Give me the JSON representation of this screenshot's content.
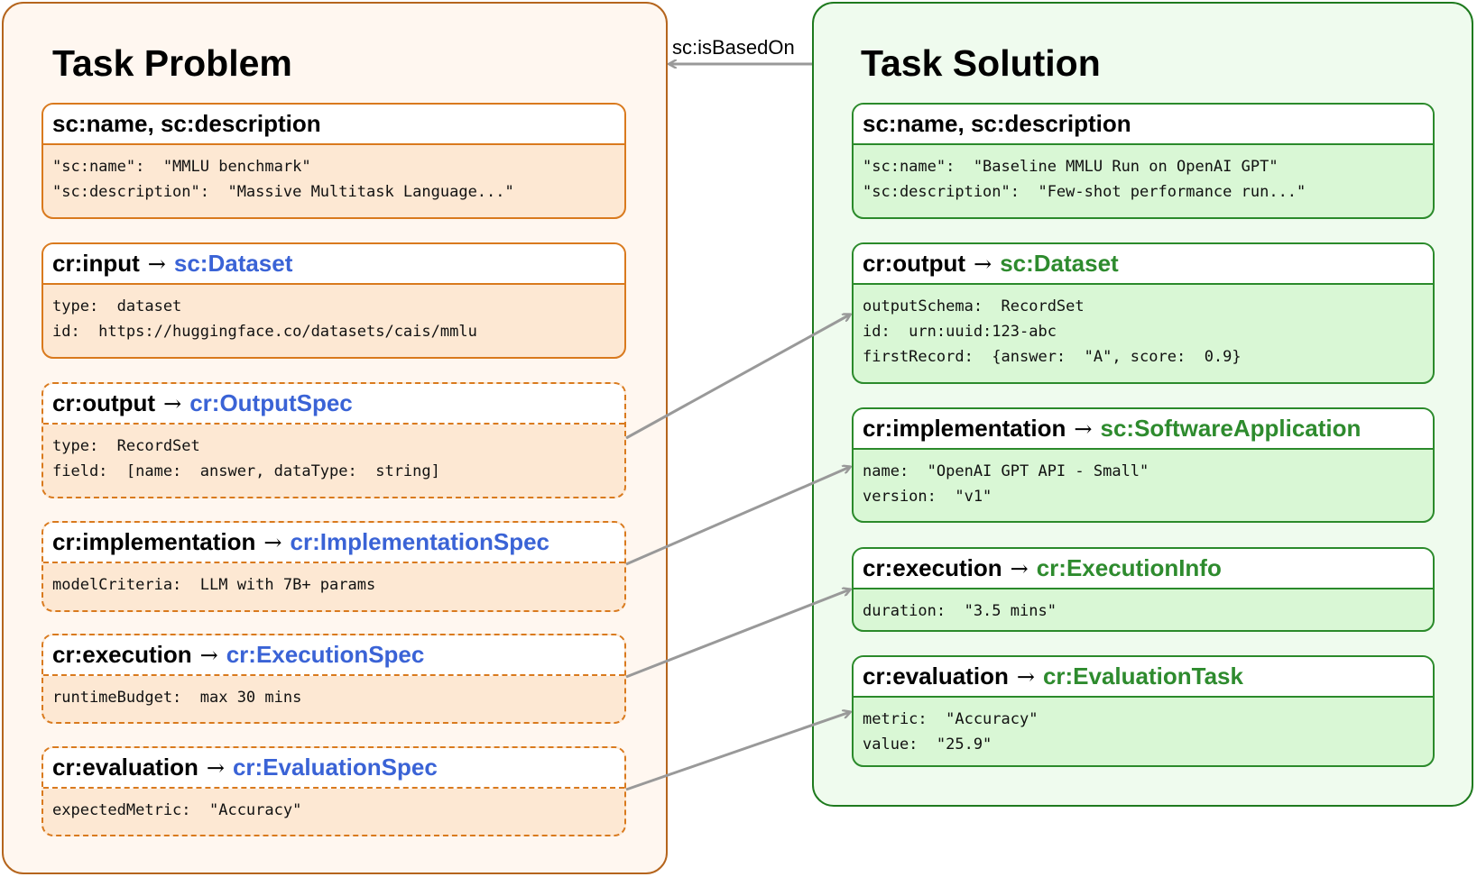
{
  "problem": {
    "title": "Task Problem",
    "cards": [
      {
        "prop": "sc:name, sc:description",
        "type": "",
        "lines": [
          "\"sc:name\":  \"MMLU benchmark\"",
          "\"sc:description\":  \"Massive Multitask Language...\""
        ]
      },
      {
        "prop": "cr:input",
        "type": "sc:Dataset",
        "lines": [
          "type:  dataset",
          "id:  https://huggingface.co/datasets/cais/mmlu"
        ]
      },
      {
        "prop": "cr:output",
        "type": "cr:OutputSpec",
        "lines": [
          "type:  RecordSet",
          "field:  [name:  answer, dataType:  string]"
        ]
      },
      {
        "prop": "cr:implementation",
        "type": "cr:ImplementationSpec",
        "lines": [
          "modelCriteria:  LLM with 7B+ params"
        ]
      },
      {
        "prop": "cr:execution",
        "type": "cr:ExecutionSpec",
        "lines": [
          "runtimeBudget:  max 30 mins"
        ]
      },
      {
        "prop": "cr:evaluation",
        "type": "cr:EvaluationSpec",
        "lines": [
          "expectedMetric:  \"Accuracy\""
        ]
      }
    ]
  },
  "solution": {
    "title": "Task Solution",
    "cards": [
      {
        "prop": "sc:name, sc:description",
        "type": "",
        "lines": [
          "\"sc:name\":  \"Baseline MMLU Run on OpenAI GPT\"",
          "\"sc:description\":  \"Few-shot performance run...\""
        ]
      },
      {
        "prop": "cr:output",
        "type": "sc:Dataset",
        "lines": [
          "outputSchema:  RecordSet",
          "id:  urn:uuid:123-abc",
          "firstRecord:  {answer:  \"A\", score:  0.9}"
        ]
      },
      {
        "prop": "cr:implementation",
        "type": "sc:SoftwareApplication",
        "lines": [
          "name:  \"OpenAI GPT API - Small\"",
          "version:  \"v1\""
        ]
      },
      {
        "prop": "cr:execution",
        "type": "cr:ExecutionInfo",
        "lines": [
          "duration:  \"3.5 mins\""
        ]
      },
      {
        "prop": "cr:evaluation",
        "type": "cr:EvaluationTask",
        "lines": [
          "metric:  \"Accuracy\"",
          "value:  \"25.9\""
        ]
      }
    ]
  },
  "relation": {
    "label": "sc:isBasedOn"
  },
  "arrow_symbol": "→",
  "colors": {
    "problem_border": "#b5651d",
    "problem_fill": "#fff7f0",
    "solution_border": "#1e7a1e",
    "solution_fill": "#effbee",
    "problem_type_text": "#3a63d6",
    "solution_type_text": "#2e8b2e",
    "connector": "#999999"
  }
}
